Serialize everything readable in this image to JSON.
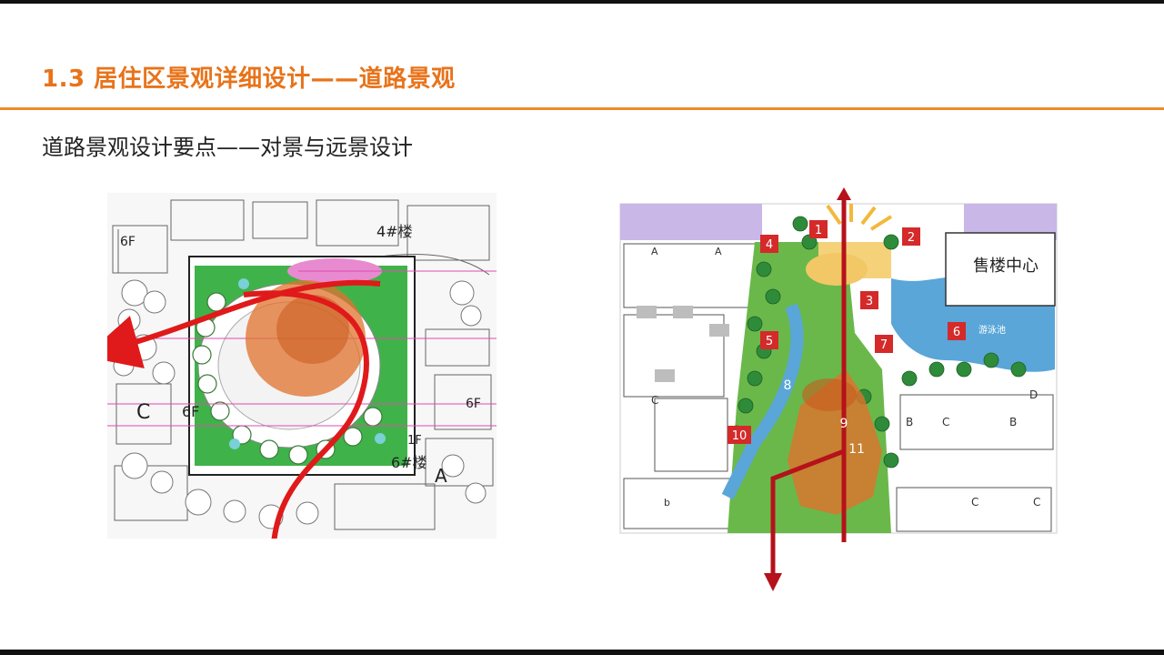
{
  "header": {
    "title": "1.3 居住区景观详细设计——道路景观",
    "subtitle": "道路景观设计要点——对景与远景设计"
  },
  "left_plan": {
    "labels": {
      "floors_a": "6F",
      "building_4": "4#楼",
      "block_c": "C",
      "floors_b": "6F",
      "floors_c": "6F",
      "floors_d": "1F",
      "building_6": "6#楼",
      "block_a": "A"
    }
  },
  "right_plan": {
    "labels": {
      "sales_center": "售楼中心",
      "pool": "游泳池",
      "block_a1": "A",
      "block_a2": "A",
      "block_b": "B",
      "block_c1": "C",
      "block_d": "D",
      "block_b2": "B",
      "block_c2": "C",
      "block_c3": "C",
      "block_c4": "C",
      "block_b3": "b"
    },
    "markers": [
      "1",
      "2",
      "3",
      "4",
      "5",
      "6",
      "7",
      "8",
      "9",
      "10",
      "11"
    ]
  },
  "colors": {
    "title_orange": "#e8731a",
    "rule_orange": "#ef8a2a",
    "arrow_red": "#e0191a",
    "arrow_dark_red": "#b5121b",
    "focus_orange": "#e0722c",
    "marker_red": "#d42a2a",
    "lawn_green": "#3fb34a",
    "water_blue": "#5aa6d8"
  },
  "icons": {
    "left_arrow": "curved-red-arrow",
    "right_arrow": "straight-dark-red-arrow"
  }
}
